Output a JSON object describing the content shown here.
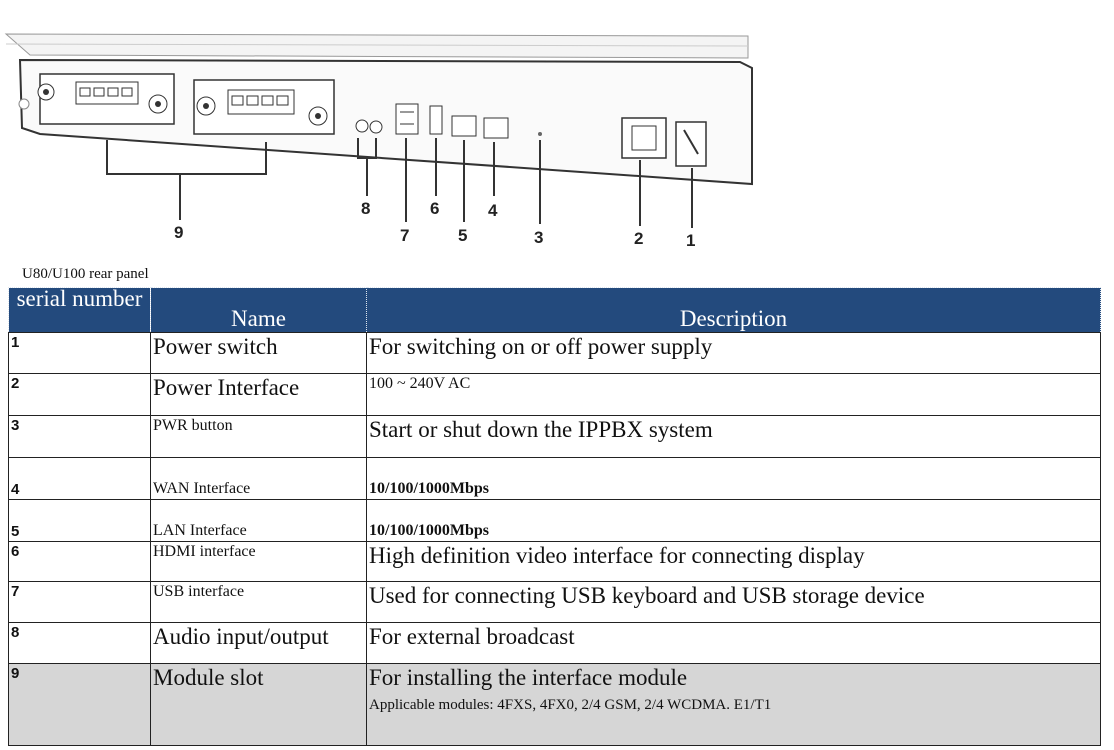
{
  "diagram": {
    "callouts": [
      "9",
      "8",
      "7",
      "6",
      "5",
      "4",
      "3",
      "2",
      "1"
    ]
  },
  "caption": "U80/U100 rear panel",
  "table": {
    "headers": [
      "serial number",
      "Name",
      "Description"
    ],
    "rows": [
      {
        "num": "1",
        "name": "Power switch",
        "desc": "For switching on or off power supply"
      },
      {
        "num": "2",
        "name": "Power Interface",
        "desc": "100 ~ 240V AC"
      },
      {
        "num": "3",
        "name": "PWR button",
        "desc": "Start or shut down the IPPBX system"
      },
      {
        "num": "4",
        "name": "WAN Interface",
        "desc": "10/100/1000Mbps"
      },
      {
        "num": "5",
        "name": "LAN Interface",
        "desc": "10/100/1000Mbps"
      },
      {
        "num": "6",
        "name": "HDMI interface",
        "desc": "High definition video interface for connecting display"
      },
      {
        "num": "7",
        "name": "USB interface",
        "desc": "Used for connecting USB keyboard and USB storage device"
      },
      {
        "num": "8",
        "name": "Audio input/output",
        "desc": "For external broadcast"
      },
      {
        "num": "9",
        "name": "Module slot",
        "desc": "For installing the interface module",
        "desc2": "Applicable modules: 4FXS, 4FX0, 2/4 GSM, 2/4 WCDMA. E1/T1"
      }
    ]
  }
}
